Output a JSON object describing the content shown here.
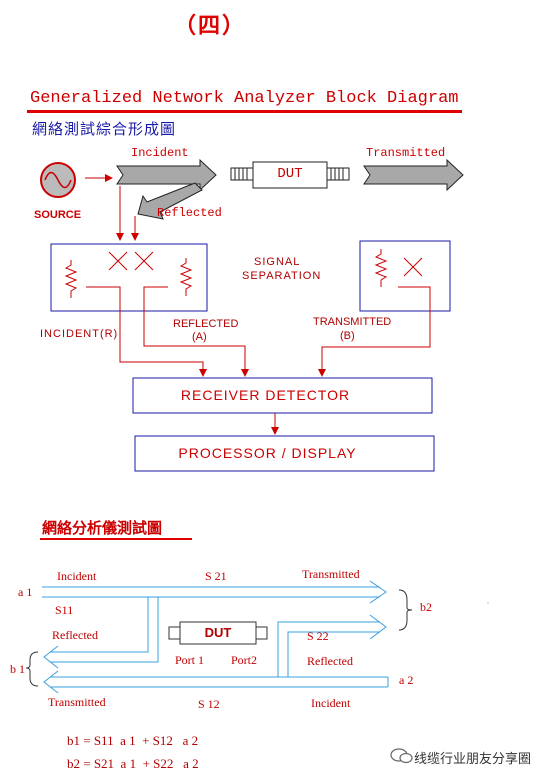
{
  "header": "（四）",
  "diagram1": {
    "title": "Generalized Network Analyzer Block Diagram",
    "subtitle": "網絡測試綜合形成圖",
    "incident": "Incident",
    "dut": "DUT",
    "transmitted": "Transmitted",
    "source": "SOURCE",
    "reflected": "Reflected",
    "signal_separation_1": "SIGNAL",
    "signal_separation_2": "SEPARATION",
    "incident_r": "INCIDENT(R)",
    "reflected_a_1": "REFLECTED",
    "reflected_a_2": "(A)",
    "transmitted_b_1": "TRANSMITTED",
    "transmitted_b_2": "(B)",
    "receiver": "RECEIVER  DETECTOR",
    "processor": "PROCESSOR / DISPLAY",
    "colors": {
      "red": "#cc0000",
      "blue": "#1a1aa8",
      "arrow_grey": "#a8a8a8"
    }
  },
  "diagram2": {
    "title": "網絡分析儀測試圖",
    "a1": "a 1",
    "incident_top": "Incident",
    "s21": "S 21",
    "transmitted_top": "Transmitted",
    "s11": "S11",
    "b2": "b2",
    "reflected_left": "Reflected",
    "dut": "DUT",
    "s22": "S 22",
    "port1": "Port 1",
    "port2": "Port2",
    "reflected_right": "Reflected",
    "b1": "b 1",
    "a2": "a 2",
    "transmitted_bottom": "Transmitted",
    "s12": "S 12",
    "incident_bottom": "Incident",
    "eq1": "b1 = S11  a 1  + S12   a 2",
    "eq2": "b2 = S21  a 1  + S22   a 2",
    "colors": {
      "line": "#3aa0e0"
    }
  },
  "watermark": "线缆行业朋友分享圈",
  "watermark_icon": "wechat-bubble-icon"
}
